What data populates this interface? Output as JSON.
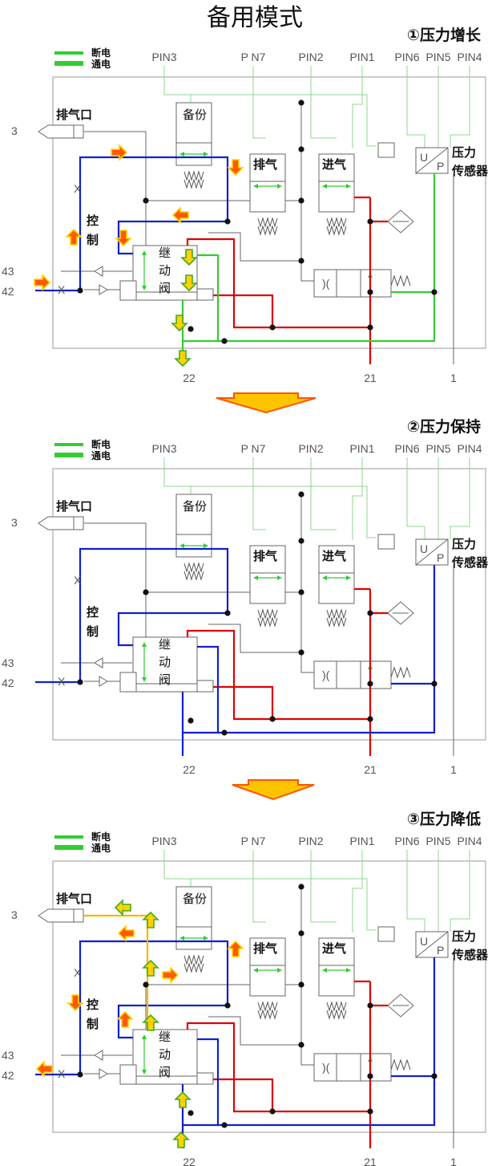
{
  "title": "备用模式",
  "colors": {
    "green": "#33cc33",
    "blue": "#1020cc",
    "red": "#e00000",
    "yellow": "#f5b800",
    "signal": "#8fd68f",
    "gray": "#777777",
    "arrow_fill": "#ff5a00",
    "arrow_stroke": "#ffd200",
    "arrow2_fill": "#ffd200",
    "arrow2_stroke": "#44aa22"
  },
  "legend": {
    "off": "断电",
    "on": "通电"
  },
  "pins": [
    "PIN3",
    "P N7",
    "PIN2",
    "PIN1",
    "PIN6",
    "PIN5",
    "PIN4"
  ],
  "labels": {
    "exhaust_port": "排气口",
    "backup": "备份",
    "exhaust_valve": "排气",
    "intake_valve": "进气",
    "sensor_1": "压力",
    "sensor_2": "传感器",
    "relay_1": "继",
    "relay_2": "动",
    "relay_3": "阀",
    "control_1": "控",
    "control_2": "制"
  },
  "ports": {
    "p3": "3",
    "p43": "43",
    "p42": "42",
    "p22": "22",
    "p21": "21",
    "p1": "1"
  },
  "stages": [
    {
      "title": "①压力增长",
      "outlet_color": "green",
      "exhaust_color": "gray"
    },
    {
      "title": "②压力保持",
      "outlet_color": "blue",
      "exhaust_color": "gray"
    },
    {
      "title": "③压力降低",
      "outlet_color": "blue",
      "exhaust_color": "yellow"
    }
  ]
}
